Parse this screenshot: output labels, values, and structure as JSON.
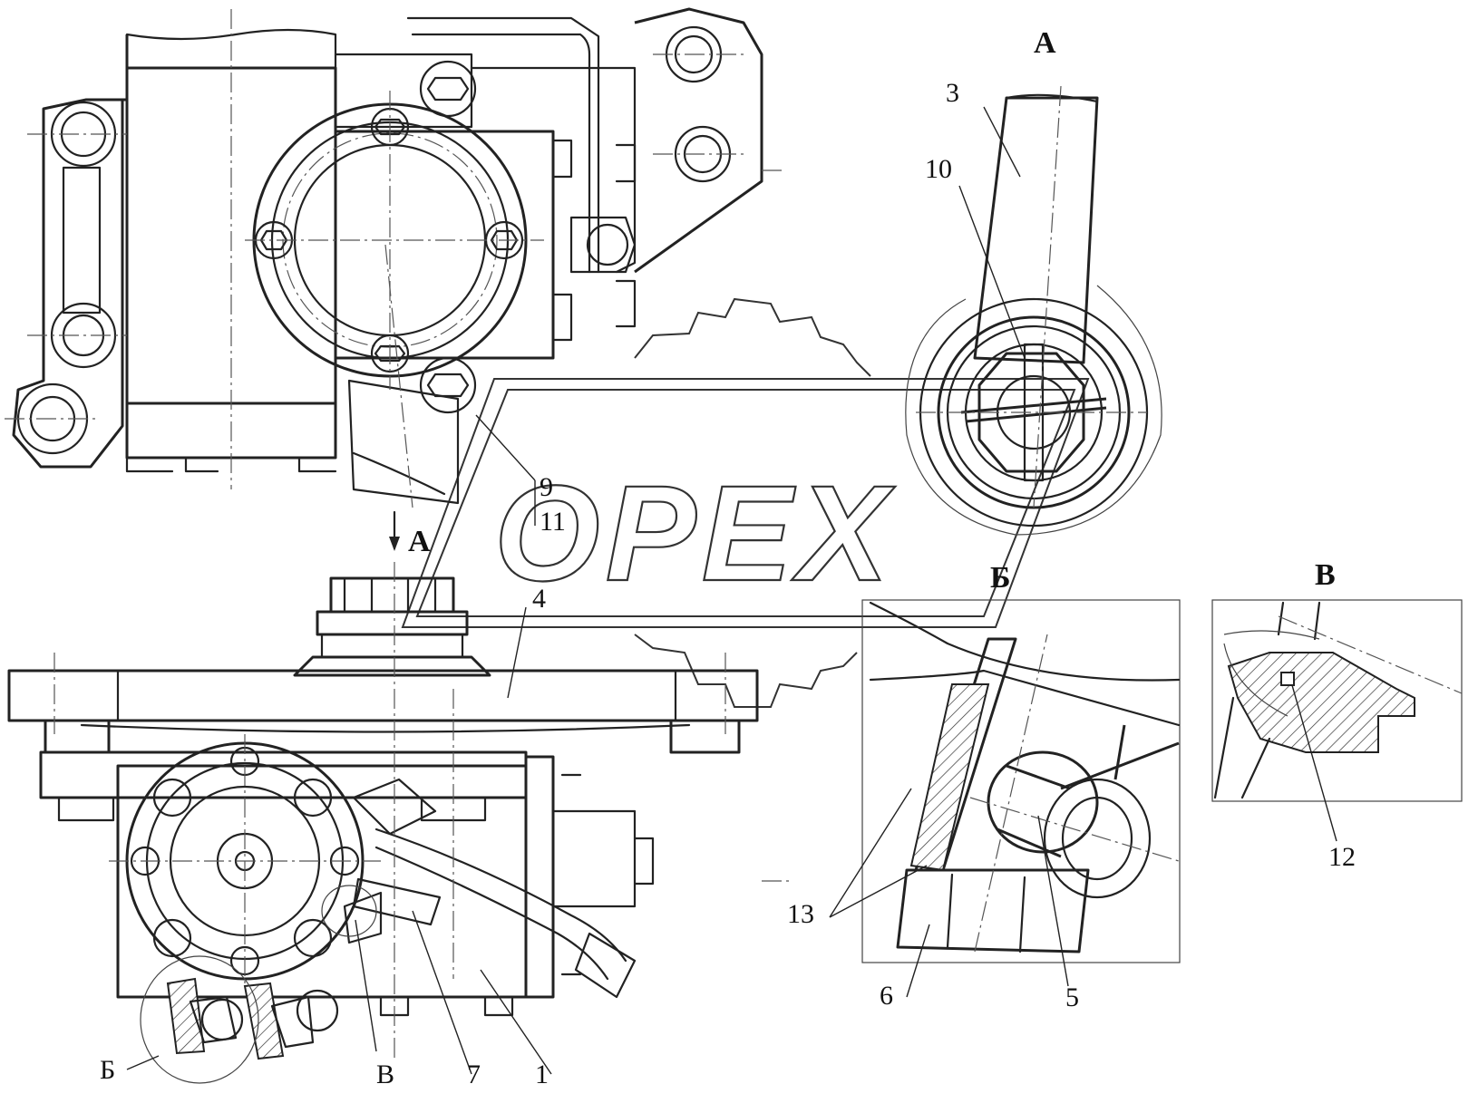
{
  "watermark": {
    "text": "OPEX"
  },
  "views": {
    "view_a": "A",
    "view_b": "Б",
    "view_v": "В",
    "arrow_a": "A"
  },
  "callouts": {
    "c1": "1",
    "c3": "3",
    "c4": "4",
    "c5": "5",
    "c6": "6",
    "c7": "7",
    "c9": "9",
    "c10": "10",
    "c11": "11",
    "c12": "12",
    "c13": "13",
    "ref_b": "Б",
    "ref_v": "В"
  }
}
